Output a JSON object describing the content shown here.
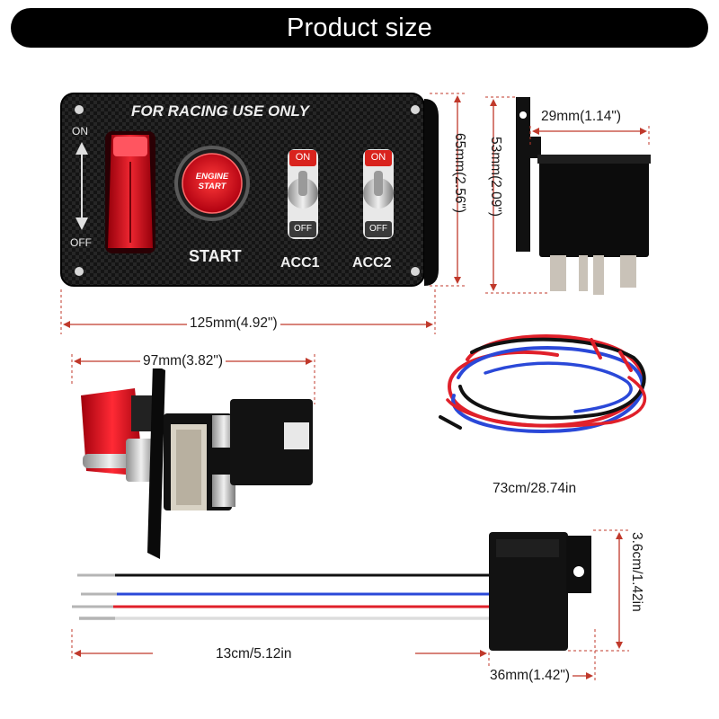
{
  "banner": {
    "title": "Product size"
  },
  "panel": {
    "heading": "FOR RACING USE ONLY",
    "on_label": "ON",
    "off_label": "OFF",
    "engine_line1": "ENGINE",
    "engine_line2": "START",
    "start_label": "START",
    "acc1_label": "ACC1",
    "acc2_label": "ACC2",
    "toggle_on": "ON",
    "toggle_off": "OFF"
  },
  "dimensions": {
    "panel_width": "125mm(4.92\")",
    "panel_height": "65mm(2.56\")",
    "relay_height": "53mm(2.09\")",
    "relay_width": "29mm(1.14\")",
    "switch_depth": "97mm(3.82\")",
    "wire_length": "73cm/28.74in",
    "harness_length": "13cm/5.12in",
    "socket_width": "36mm(1.42\")",
    "socket_height": "3.6cm/1.42in"
  },
  "colors": {
    "dimension_line": "#c0392b",
    "wire_red": "#e0202a",
    "wire_blue": "#2a48d8",
    "wire_black": "#111111"
  }
}
